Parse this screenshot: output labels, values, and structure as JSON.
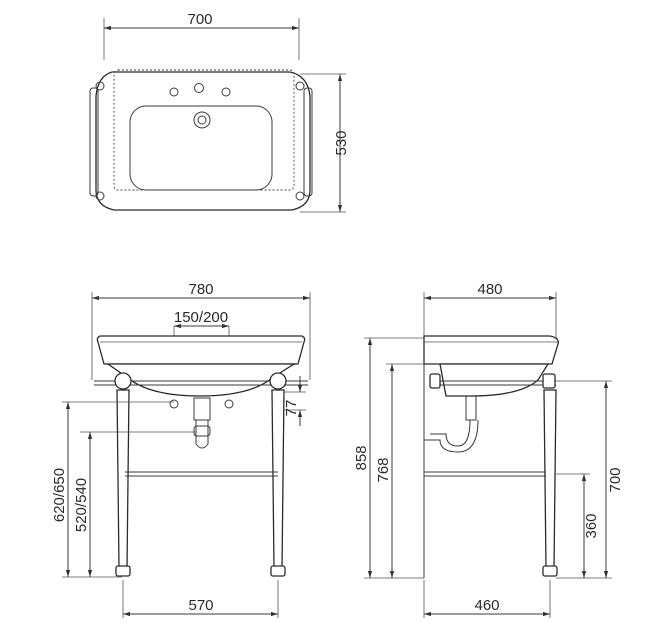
{
  "dimensions": {
    "top_width": "700",
    "top_depth": "530",
    "front_width": "780",
    "tap_spacing": "150/200",
    "bracket_offset": "77",
    "outlet_height": "620/650",
    "trap_height": "520/540",
    "leg_span": "570",
    "side_depth": "480",
    "total_height": "858",
    "rim_height": "768",
    "frame_height": "700",
    "rail_height": "360",
    "leg_depth": "460"
  },
  "colors": {
    "line": "#3a3a3a",
    "background": "#ffffff"
  }
}
